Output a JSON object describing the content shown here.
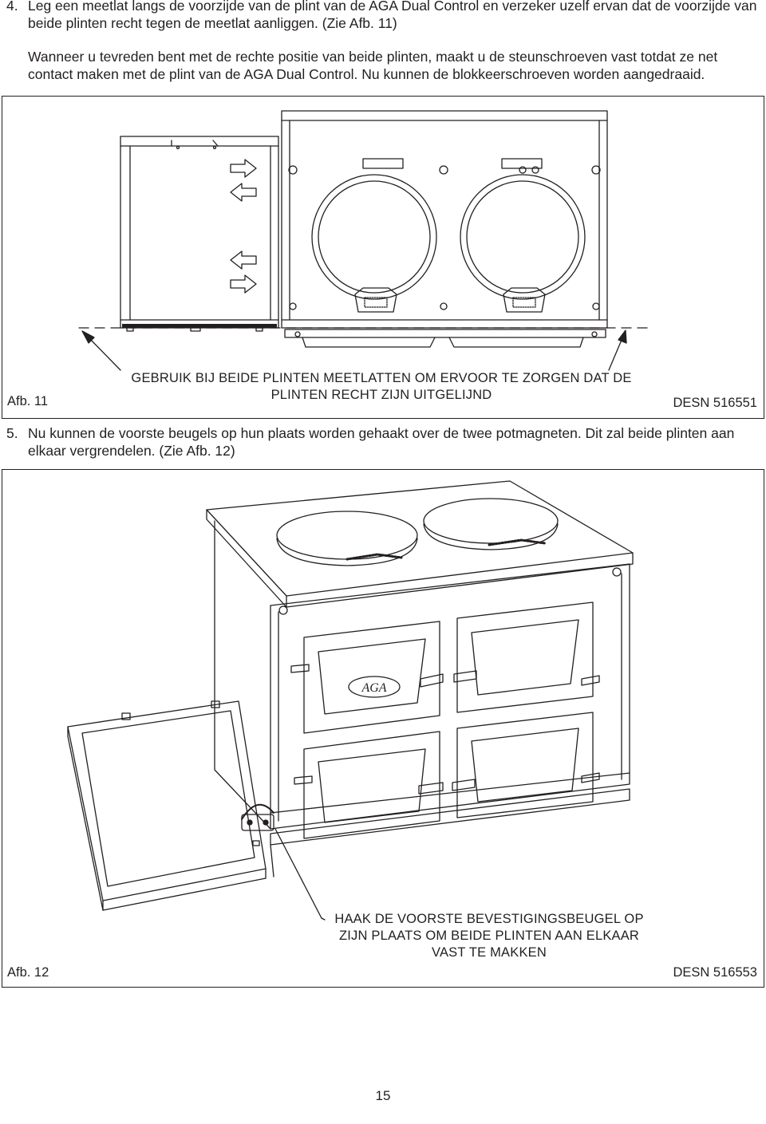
{
  "paragraphs": {
    "p4_num": "4.",
    "p4_text": "Leg een meetlat langs de voorzijde van de plint van de AGA Dual Control en verzeker uzelf ervan dat de voorzijde van beide plinten recht tegen de meetlat aanliggen. (Zie Afb. 11)",
    "p4b_text": "Wanneer u tevreden bent met de rechte positie van beide plinten, maakt u de steunschroeven vast totdat ze net contact maken met de plint van de AGA Dual Control. Nu kunnen de blokkeerschroeven worden aangedraaid.",
    "p5_num": "5.",
    "p5_text": "Nu kunnen de voorste beugels op hun plaats worden gehaakt over de twee potmagneten. Dit zal beide plinten aan elkaar vergrendelen. (Zie Afb. 12)"
  },
  "figure11": {
    "label": "Afb. 11",
    "caption_line1": "GEBRUIK BIJ BEIDE PLINTEN MEETLATTEN OM ERVOOR TE ZORGEN DAT DE",
    "caption_line2": "PLINTEN RECHT ZIJN UITGELIJND",
    "ref": "DESN 516551"
  },
  "figure12": {
    "label": "Afb. 12",
    "caption_line1": "HAAK DE VOORSTE BEVESTIGINGSBEUGEL OP",
    "caption_line2": "ZIJN PLAATS OM BEIDE PLINTEN AAN ELKAAR",
    "caption_line3": "VAST TE MAKKEN",
    "ref": "DESN 516553",
    "logo_text": "AGA"
  },
  "page_number": "15"
}
